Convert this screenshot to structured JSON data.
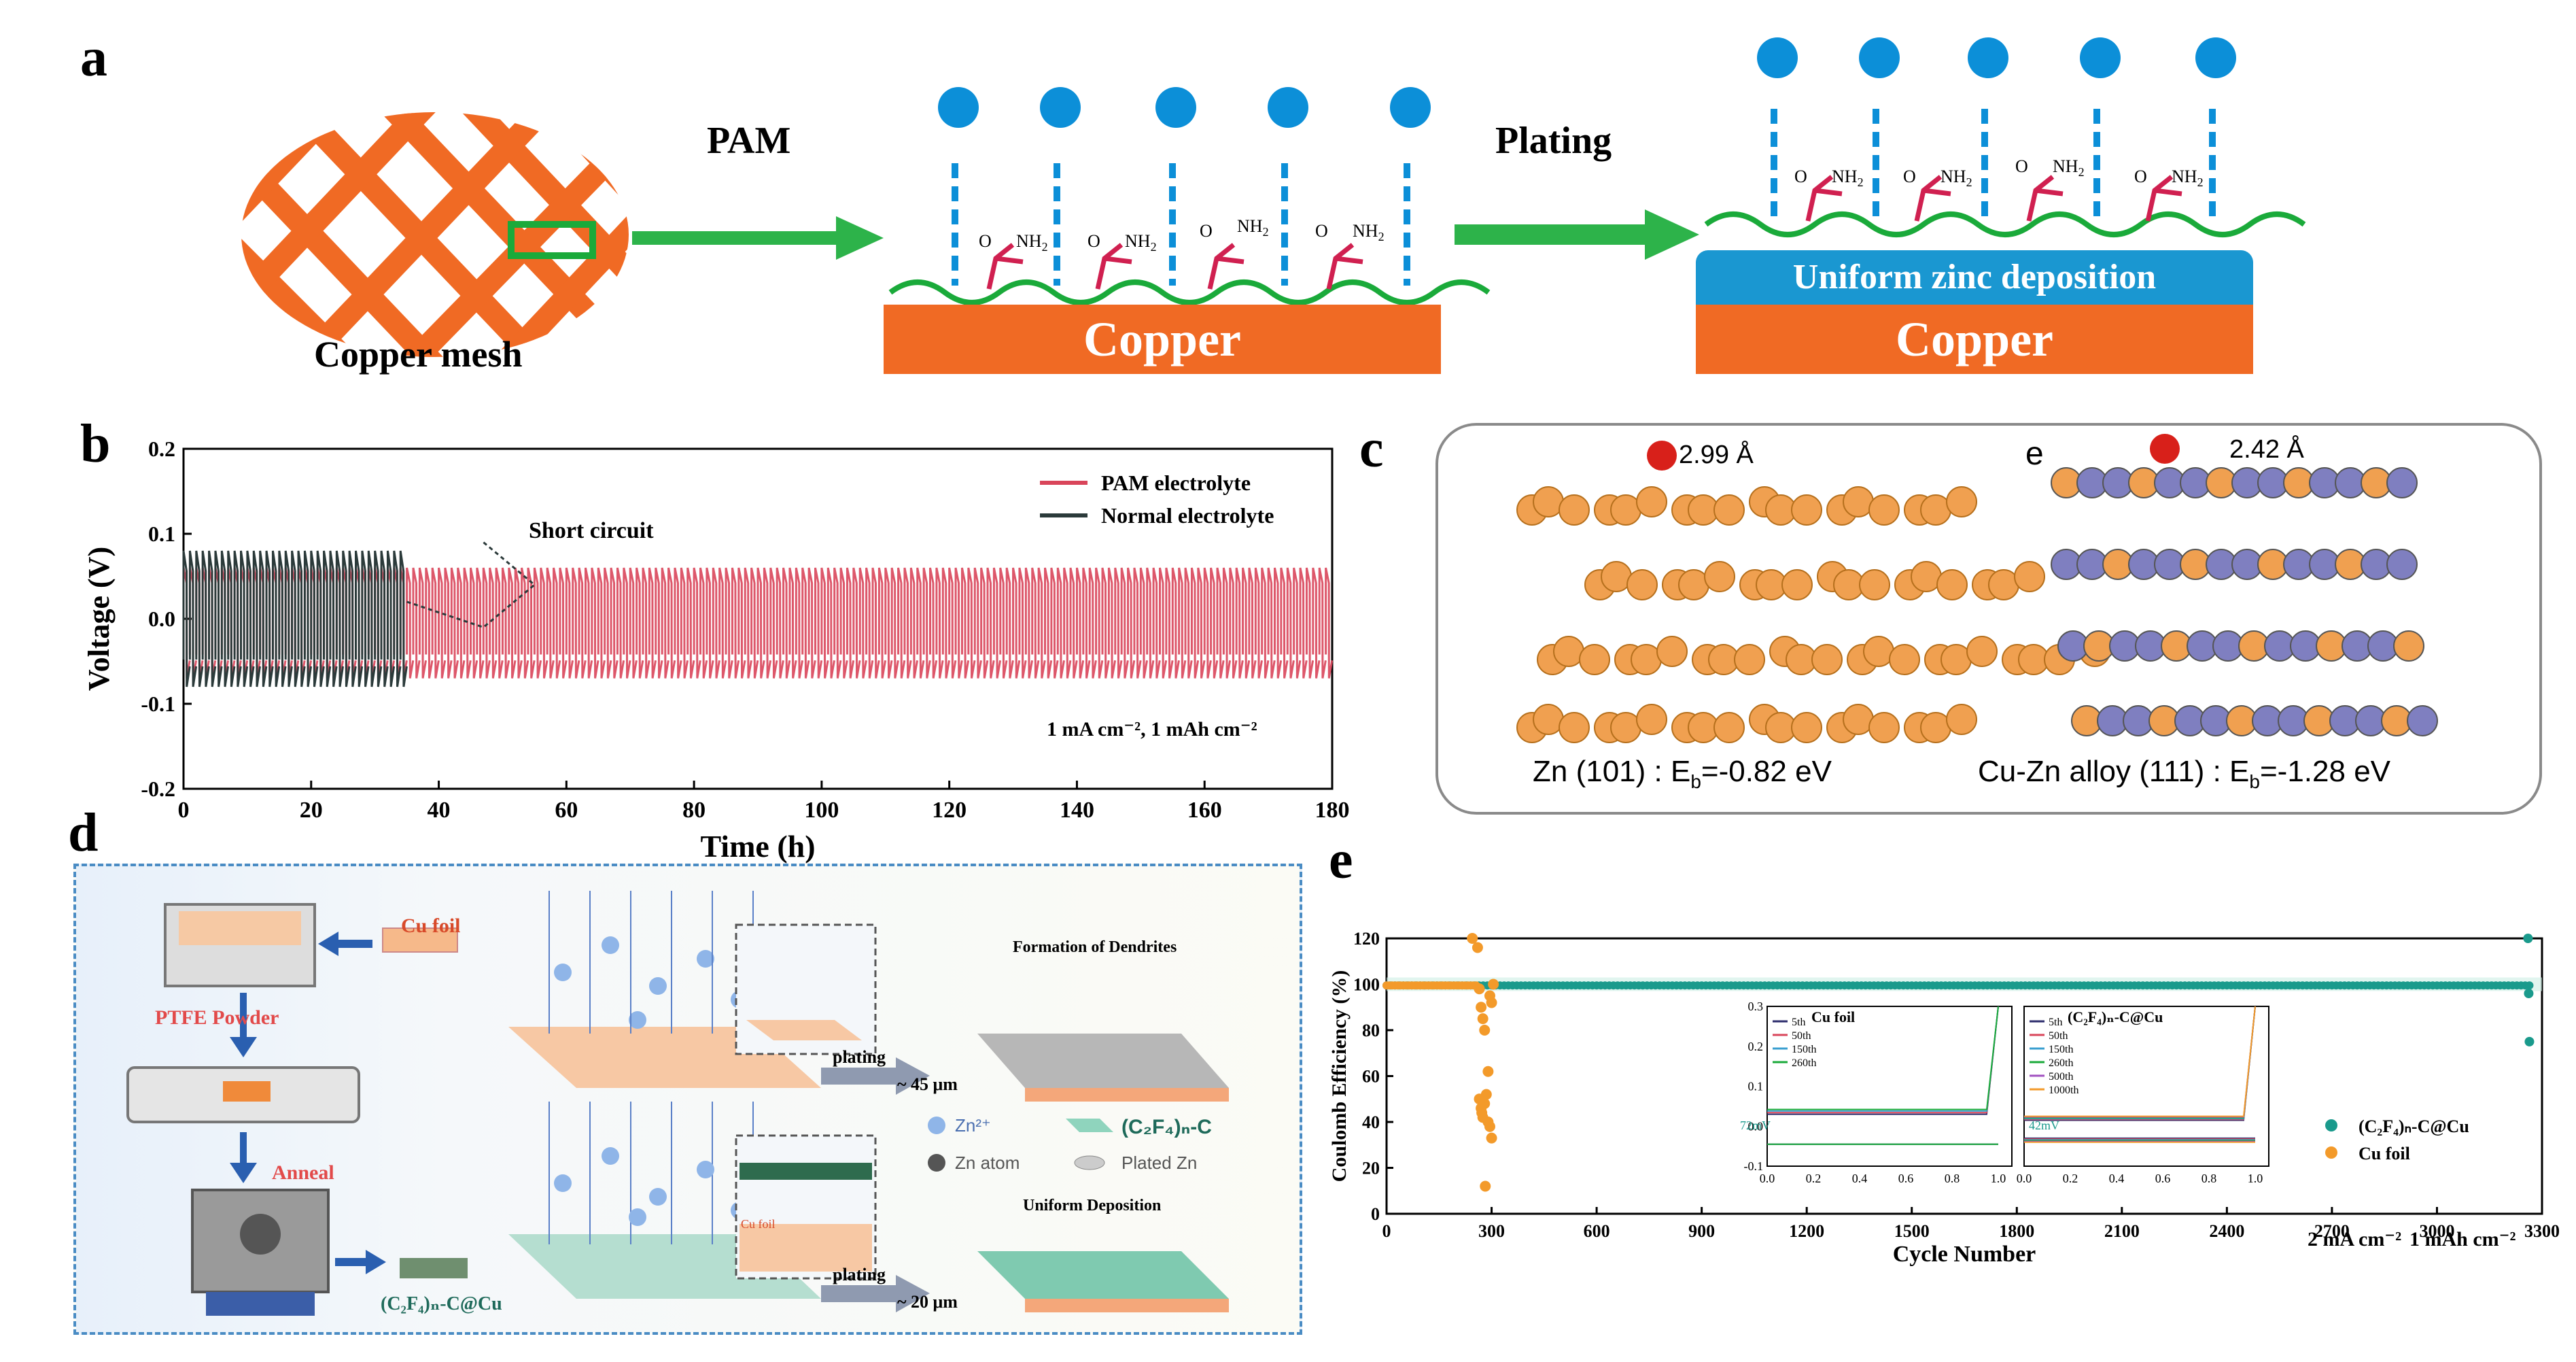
{
  "panels": {
    "a": {
      "label": "a",
      "copper_mesh": "Copper mesh",
      "arrow1": "PAM",
      "arrow2": "Plating",
      "copper1": "Copper",
      "copper2": "Copper",
      "zinc_layer": "Uniform zinc deposition",
      "group_label": "NH",
      "group_sub": "2",
      "o_label": "O"
    },
    "b": {
      "label": "b",
      "annotation": "Short circuit",
      "condition": "1 mA cm⁻², 1 mAh cm⁻²"
    },
    "c": {
      "label": "c",
      "e_label": "e",
      "left_distance": "2.99 Å",
      "right_distance": "2.42 Å",
      "left_caption": "Zn (101) : E",
      "left_caption_value": "=-0.82 eV",
      "right_caption": "Cu-Zn alloy (111) : E",
      "right_caption_value": "=-1.28 eV",
      "sub_b": "b"
    },
    "d": {
      "label": "d",
      "ptfe": "PTFE Powder",
      "cu_foil": "Cu foil",
      "anneal": "Anneal",
      "product": "(C₂F₄)ₙ-C@Cu",
      "formation": "Formation of Dendrites",
      "uniform": "Uniform Deposition",
      "plating1": "plating",
      "plating2": "plating",
      "thick1": "~ 45 μm",
      "thick2": "~ 20 μm",
      "legend_zn2": "Zn²⁺",
      "legend_c2f4": "(C₂F₄)ₙ-C",
      "legend_zn_atom": "Zn atom",
      "legend_plated": "Plated Zn",
      "inset_label": "Cu foil"
    },
    "e": {
      "label": "e",
      "condition_left": "2 mA cm⁻²",
      "condition_right": "1 mAh cm⁻²",
      "inset1_title": "Cu foil",
      "inset2_title": "(C₂F₄)ₙ-C@Cu",
      "inset1_mv": "72mV",
      "inset2_mv": "42mV"
    }
  },
  "colors": {
    "copper": "#f06a24",
    "zinc": "#1a97d1",
    "pam_red": "#d9455a",
    "normal_dark": "#2b3a3a",
    "teal": "#1a9a8c",
    "orange": "#f39a2a",
    "ion_blue": "#0c8fd8",
    "green": "#1aaa3a"
  },
  "chart_data": [
    {
      "id": "b",
      "type": "line",
      "xlabel": "Time (h)",
      "ylabel": "Voltage (V)",
      "xlim": [
        0,
        180
      ],
      "ylim": [
        -0.2,
        0.2
      ],
      "xticks": [
        0,
        20,
        40,
        60,
        80,
        100,
        120,
        140,
        160,
        180
      ],
      "yticks": [
        -0.2,
        -0.1,
        0.0,
        0.1,
        0.2
      ],
      "legend_position": "top-right",
      "series": [
        {
          "name": "PAM electrolyte",
          "color": "#d9455a",
          "t_start": 0,
          "t_end": 180,
          "amplitude_pos": 0.06,
          "amplitude_neg": -0.07
        },
        {
          "name": "Normal electrolyte",
          "color": "#2b3a3a",
          "t_start": 0,
          "t_end": 35,
          "amplitude_pos": 0.08,
          "amplitude_neg": -0.08
        }
      ],
      "short_circuit_time": 35
    },
    {
      "id": "e",
      "type": "scatter",
      "xlabel": "Cycle Number",
      "ylabel": "Coulomb Efficiency (%)",
      "xlim": [
        0,
        3300
      ],
      "ylim": [
        0,
        120
      ],
      "xticks": [
        0,
        300,
        600,
        900,
        1200,
        1500,
        1800,
        2100,
        2400,
        2700,
        3000,
        3300
      ],
      "yticks": [
        0,
        20,
        40,
        60,
        80,
        100,
        120
      ],
      "legend_position": "bottom-right",
      "series": [
        {
          "name": "(C₂F₄)ₙ-C@Cu",
          "color": "#1a9a8c",
          "x_range": [
            0,
            3270
          ],
          "value": 99.5,
          "outliers": [
            [
              3260,
              120
            ],
            [
              3262,
              96
            ],
            [
              3264,
              75
            ]
          ]
        },
        {
          "name": "Cu foil",
          "color": "#f39a2a",
          "x_range": [
            0,
            260
          ],
          "value": 99.5,
          "points": [
            [
              245,
              120
            ],
            [
              260,
              116
            ],
            [
              265,
              98
            ],
            [
              270,
              90
            ],
            [
              275,
              85
            ],
            [
              280,
              80
            ],
            [
              265,
              50
            ],
            [
              270,
              46
            ],
            [
              272,
              44
            ],
            [
              275,
              42
            ],
            [
              280,
              48
            ],
            [
              285,
              52
            ],
            [
              290,
              40
            ],
            [
              295,
              38
            ],
            [
              300,
              33
            ],
            [
              282,
              12
            ],
            [
              290,
              62
            ],
            [
              295,
              95
            ],
            [
              300,
              92
            ],
            [
              305,
              100
            ]
          ]
        }
      ],
      "insets": [
        {
          "title": "Cu foil",
          "xlim": [
            0,
            1.0
          ],
          "ylim": [
            -0.1,
            0.3
          ],
          "xticks": [
            0.0,
            0.2,
            0.4,
            0.6,
            0.8,
            1.0
          ],
          "yticks": [
            -0.1,
            0.0,
            0.1,
            0.2,
            0.3
          ],
          "legend": [
            "5th",
            "50th",
            "150th",
            "260th"
          ],
          "annotation": "72mV"
        },
        {
          "title": "(C₂F₄)ₙ-C@Cu",
          "xlim": [
            0,
            1.0
          ],
          "ylim": [
            -0.1,
            0.3
          ],
          "xticks": [
            0.0,
            0.2,
            0.4,
            0.6,
            0.8,
            1.0
          ],
          "legend": [
            "5th",
            "50th",
            "150th",
            "260th",
            "500th",
            "1000th"
          ],
          "annotation": "42mV"
        }
      ]
    }
  ]
}
